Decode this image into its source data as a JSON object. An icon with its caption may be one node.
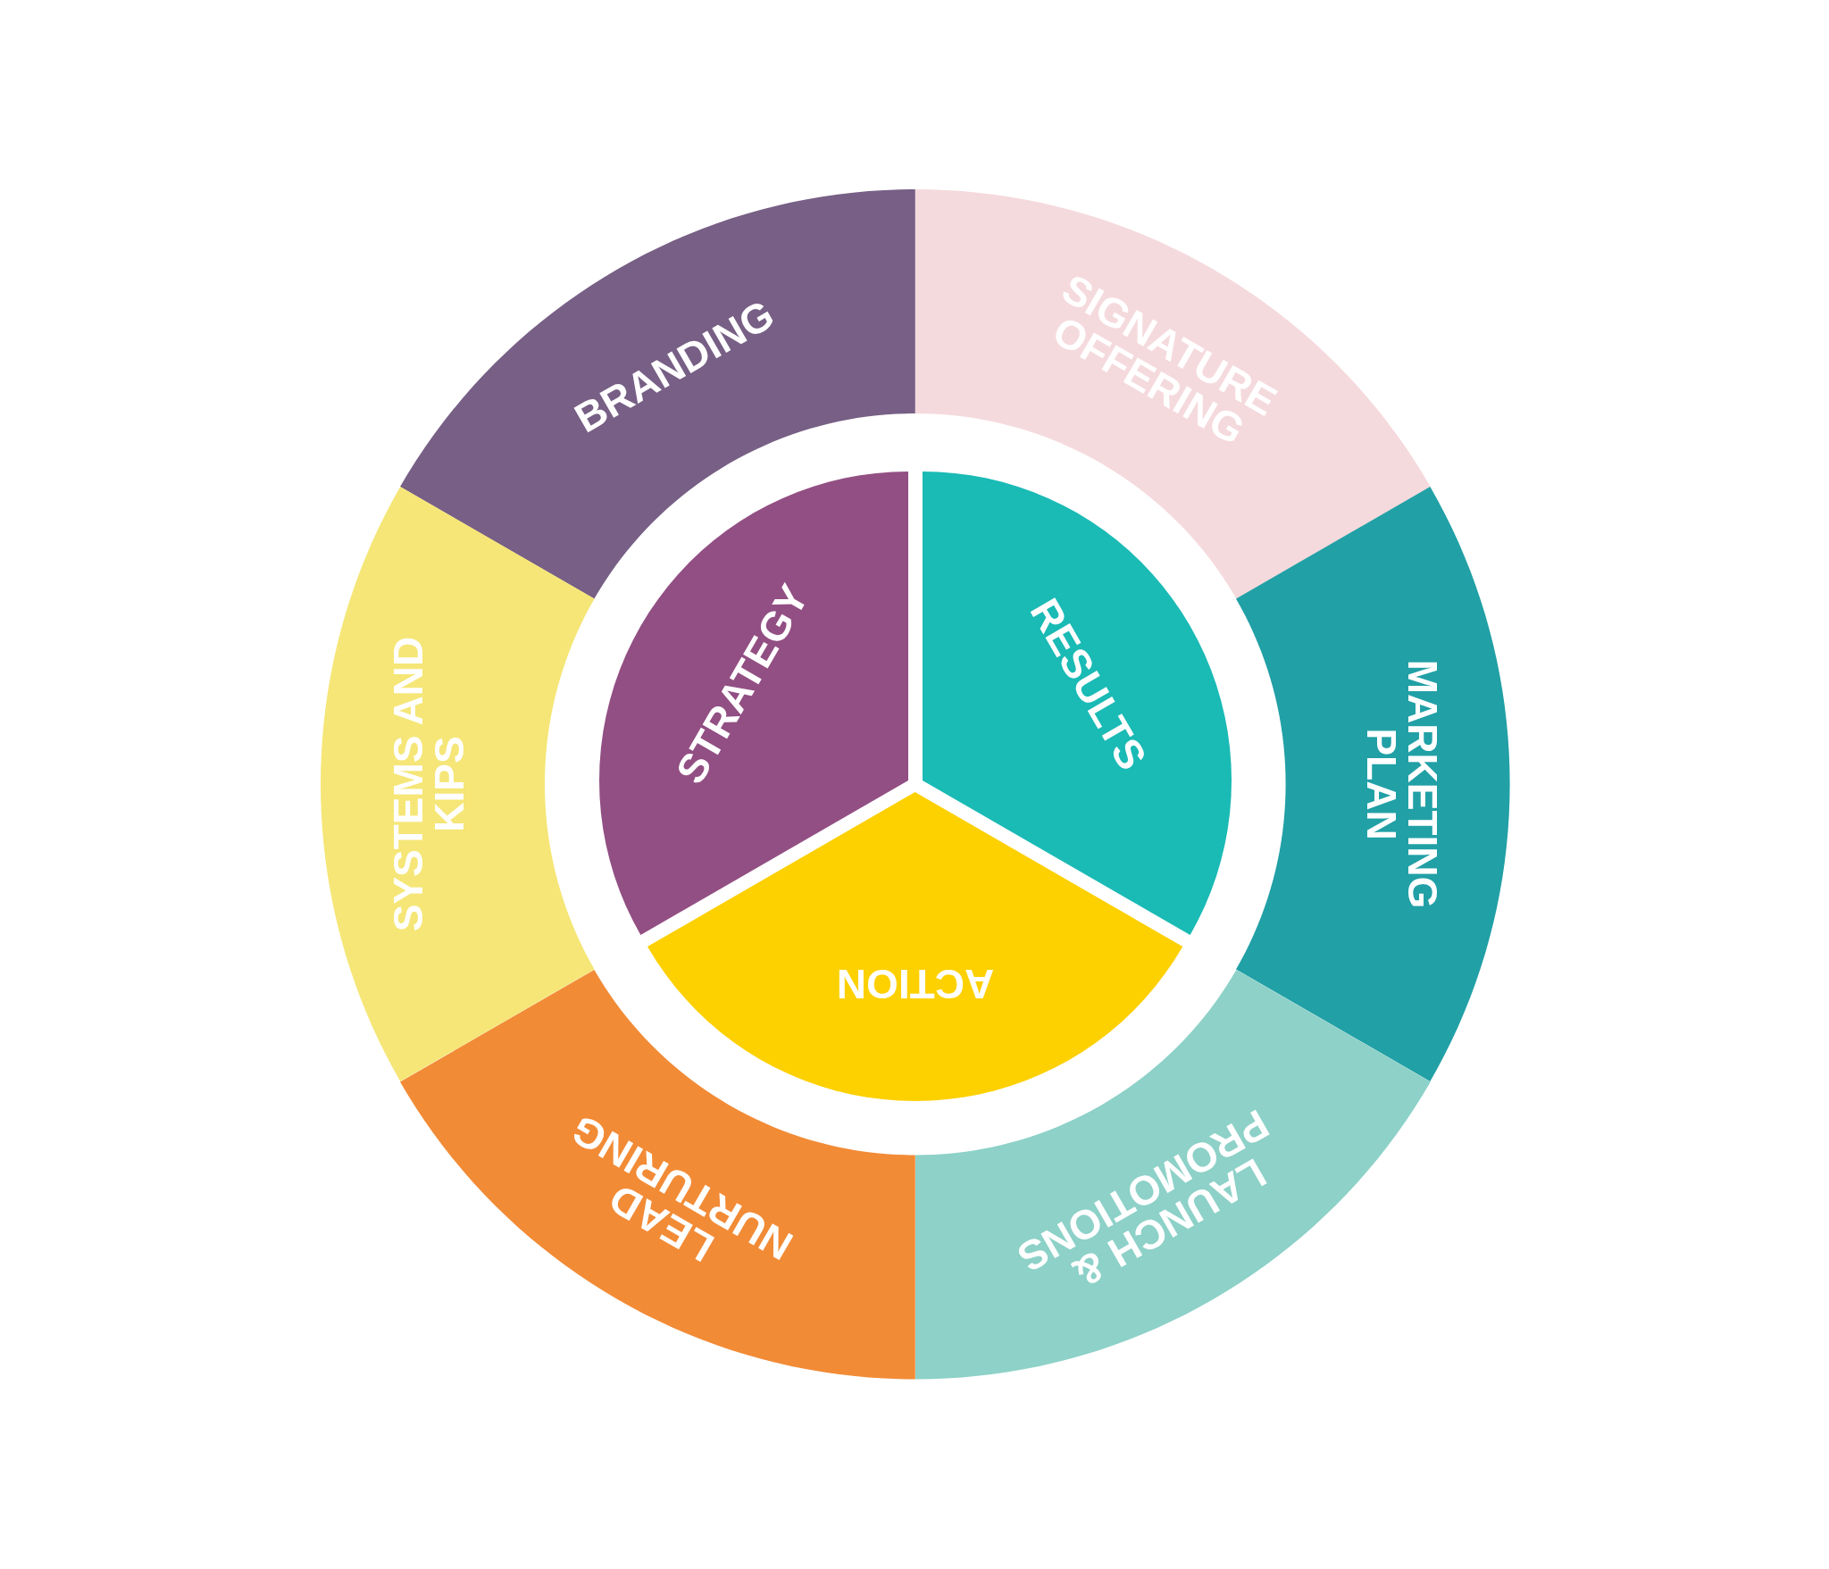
{
  "diagram": {
    "nodes": [
      {
        "text": [
          "BRANDING"
        ]
      },
      {
        "text": [
          "SIGNATURE OFFERING"
        ]
      },
      {
        "text": [
          "MARKETING PLAN"
        ]
      },
      {
        "text": [
          "LAUNCH & PROMOTIONS"
        ]
      },
      {
        "text": [
          "LEAD NURTURING"
        ]
      },
      {
        "text": [
          "SYSTEMS AND KIPS"
        ]
      },
      {
        "text": [
          "STRATEGY"
        ]
      },
      {
        "text": [
          "RESULTS"
        ]
      },
      {
        "text": [
          "ACTION"
        ]
      }
    ]
  }
}
